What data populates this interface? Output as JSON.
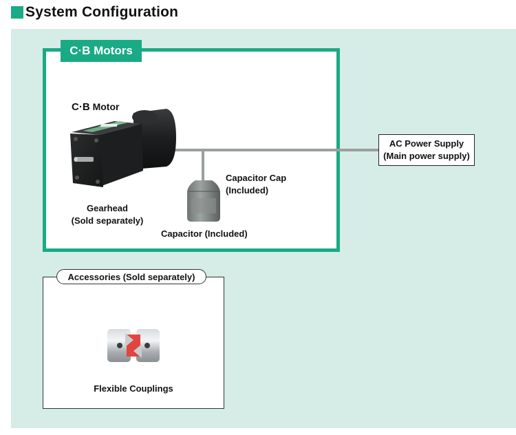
{
  "title": "System Configuration",
  "section_cb": {
    "tag": "C·B Motors",
    "motor_logo": "C·B",
    "motor_word": "Motor",
    "gearhead_line1": "Gearhead",
    "gearhead_line2": "(Sold separately)",
    "capacitor_cap_line1": "Capacitor Cap",
    "capacitor_cap_line2": "(Included)",
    "capacitor": "Capacitor (Included)"
  },
  "ac_power": {
    "line1": "AC Power Supply",
    "line2": "(Main power supply)"
  },
  "accessories": {
    "tag": "Accessories (Sold separately)",
    "item": "Flexible Couplings"
  },
  "colors": {
    "accent": "#1aaa85",
    "panel_bg": "#d6ece6",
    "wire": "#9aa09e",
    "coupling_insert": "#e0453f"
  },
  "icons": [
    "motor-image",
    "capacitor-image",
    "flexible-coupling-image"
  ]
}
